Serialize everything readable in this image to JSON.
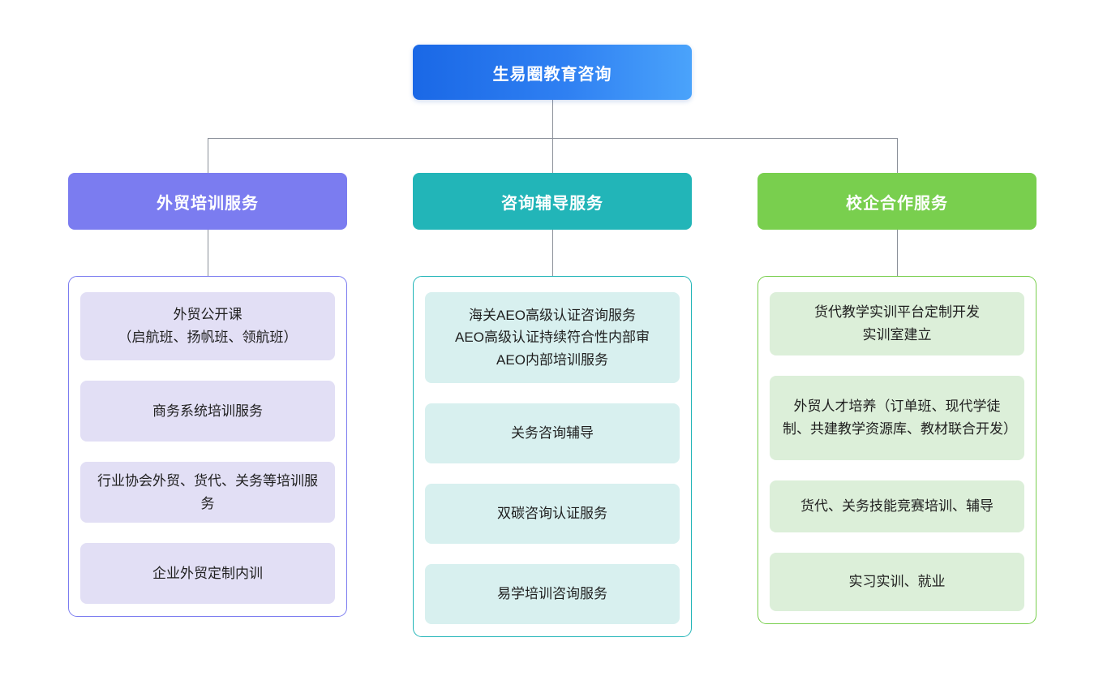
{
  "diagram": {
    "type": "organization-chart",
    "orientation": "top-down",
    "root": {
      "label": "生易圈教育咨询",
      "color_start": "#1a68e6",
      "color_end": "#4aa3fb",
      "text_color": "#ffffff"
    },
    "connector_color": "#8a8f99",
    "branches": [
      {
        "id": "training",
        "header": "外贸培训服务",
        "accent": "#7b7cf0",
        "card_fill": "#e2dff5",
        "items": [
          "外贸公开课\n（启航班、扬帆班、领航班）",
          "商务系统培训服务",
          "行业协会外贸、货代、关务等培训服务",
          "企业外贸定制内训"
        ]
      },
      {
        "id": "consulting",
        "header": "咨询辅导服务",
        "accent": "#22b5b8",
        "card_fill": "#d8f0ef",
        "items": [
          "海关AEO高级认证咨询服务\nAEO高级认证持续符合性内部审\nAEO内部培训服务",
          "关务咨询辅导",
          "双碳咨询认证服务",
          "易学培训咨询服务"
        ]
      },
      {
        "id": "school-enterprise",
        "header": "校企合作服务",
        "accent": "#79cf4e",
        "card_fill": "#dcefd9",
        "items": [
          "货代教学实训平台定制开发\n实训室建立",
          "外贸人才培养（订单班、现代学徒制、共建教学资源库、教材联合开发）",
          "货代、关务技能竞赛培训、辅导",
          "实习实训、就业"
        ]
      }
    ]
  }
}
